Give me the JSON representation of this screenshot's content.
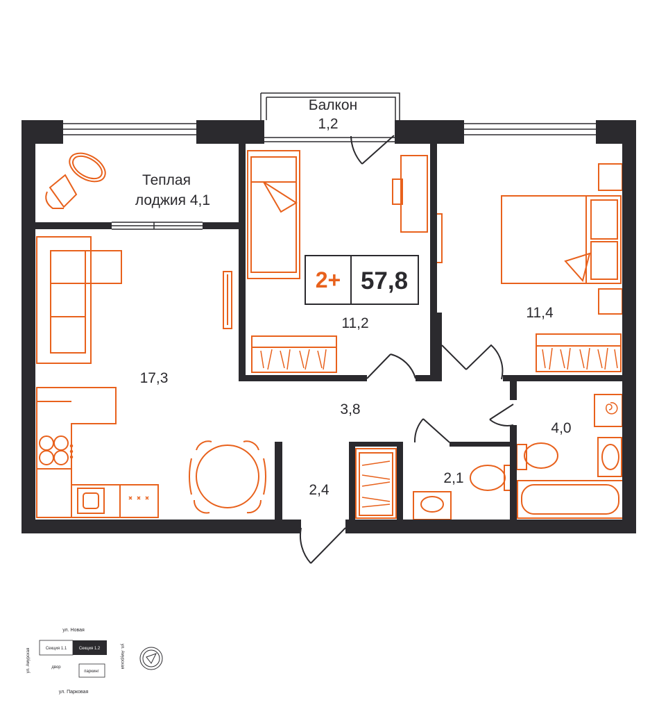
{
  "plan": {
    "rooms_label": "2+",
    "total_area": "57,8",
    "accent_color": "#e8611c",
    "wall_color": "#2b2a2e"
  },
  "rooms": {
    "balcony_name": "Балкон",
    "balcony_area": "1,2",
    "loggia_name": "Теплая",
    "loggia_area": "лоджия 4,1",
    "living": "17,3",
    "bedroom1": "11,2",
    "bedroom2": "11,4",
    "hall": "3,8",
    "bath": "4,0",
    "wc": "2,1",
    "entry": "2,4"
  },
  "location_map": {
    "street_top": "ул. Новая",
    "street_bottom": "ул. Парковая",
    "street_left": "ул. Амурская",
    "street_right": "ул. Амурская",
    "section_1": "Секция 1.1",
    "section_2": "Секция 1.2",
    "yard": "двор",
    "parking": "паркинг"
  },
  "icons": [
    "compass-icon"
  ]
}
